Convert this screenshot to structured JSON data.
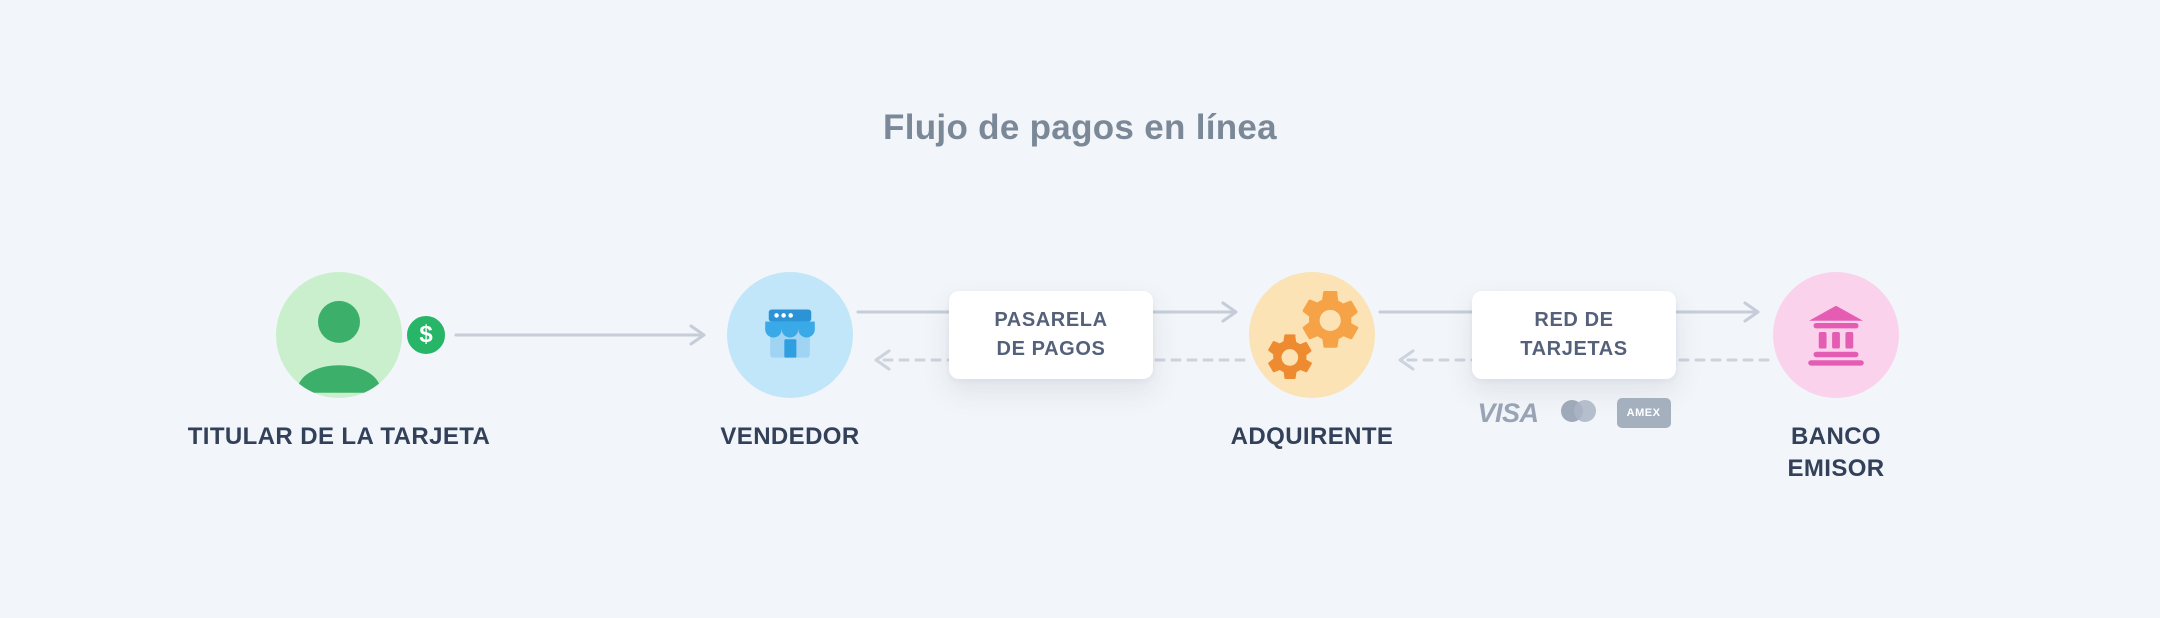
{
  "title": "Flujo de pagos en línea",
  "nodes": [
    {
      "id": "cardholder",
      "label": "TITULAR DE LA TARJETA",
      "icon": "person-icon",
      "circle_color": "#c9efcd",
      "icon_color": "#3cb06a"
    },
    {
      "id": "merchant",
      "label": "VENDEDOR",
      "icon": "storefront-icon",
      "circle_color": "#c2e6f9",
      "icon_color": "#2f9fe0"
    },
    {
      "id": "acquirer",
      "label": "ADQUIRENTE",
      "icon": "gears-icon",
      "circle_color": "#fbe3b5",
      "icon_color": "#f59d3e"
    },
    {
      "id": "issuer",
      "label": "BANCO EMISOR",
      "icon": "bank-icon",
      "circle_color": "#fbd2ec",
      "icon_color": "#e55cb3"
    }
  ],
  "connectors": [
    {
      "id": "payment-gateway",
      "label": "PASARELA DE PAGOS"
    },
    {
      "id": "card-network",
      "label": "RED DE TARJETAS"
    }
  ],
  "badges": {
    "dollar": "$"
  },
  "logos": {
    "visa": "VISA",
    "mastercard": "mastercard-circles-icon",
    "amex": "AMEX"
  },
  "colors": {
    "background": "#f2f5f9",
    "title_text": "#7b8898",
    "label_text": "#32405a",
    "arrow": "#c6cdd8",
    "dashed_arrow": "#ccd3dd",
    "dollar_badge": "#27b567",
    "logo_gray": "#98a4b6"
  }
}
